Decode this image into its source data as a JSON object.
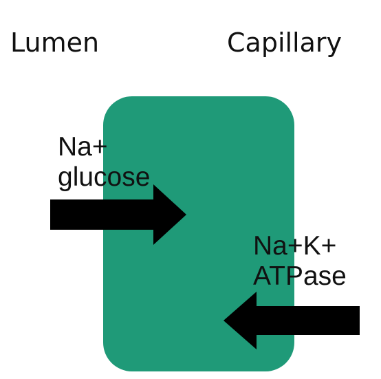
{
  "regions": {
    "left_label": "Lumen",
    "right_label": "Capillary"
  },
  "cell": {
    "fill_color": "#1f9a78"
  },
  "transporters": {
    "symporter": {
      "line1": "Na+",
      "line2": "glucose"
    },
    "pump": {
      "line1": "Na+K+",
      "line2": "ATPase"
    }
  },
  "colors": {
    "arrow": "#000000",
    "text": "#111111",
    "background": "#ffffff"
  }
}
